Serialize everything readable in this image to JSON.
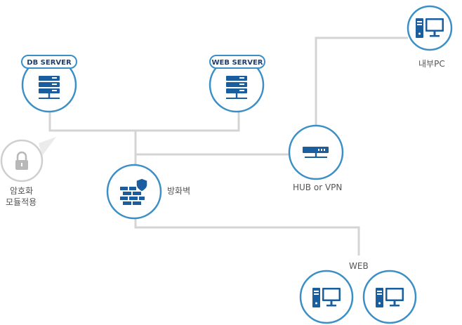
{
  "nodes": {
    "db_server": {
      "tag": "DB SERVER"
    },
    "web_server": {
      "tag": "WEB SERVER"
    },
    "encryption": {
      "line1": "암호화",
      "line2": "모듈적용"
    },
    "firewall": {
      "label": "방화벽"
    },
    "hub": {
      "label": "HUB or VPN"
    },
    "internal_pc": {
      "label": "내부PC"
    },
    "web": {
      "label": "WEB"
    }
  },
  "colors": {
    "ring": "#3a8fc6",
    "icon": "#1a5e9f",
    "line": "#d4d4d4",
    "lock_ring": "#cfcfcf",
    "lock_icon": "#b8b8b8"
  },
  "icons": {
    "db_server": "server-icon",
    "web_server": "server-icon",
    "firewall": "firewall-icon",
    "hub": "hub-icon",
    "internal_pc": "pc-icon",
    "web_pc_1": "pc-icon",
    "web_pc_2": "pc-icon",
    "encryption": "lock-icon"
  }
}
